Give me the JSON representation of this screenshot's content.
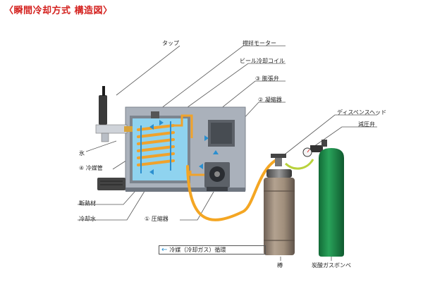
{
  "title": "〈瞬間冷却方式 構造図〉",
  "labels": {
    "tap": "タップ",
    "stir_motor": "撹拌モーター",
    "beer_coil": "ビール冷却コイル",
    "expansion_valve": "③ 膨張弁",
    "condenser": "② 凝縮器",
    "dispense_head": "ディスペンスヘッド",
    "regulator": "減圧弁",
    "ice": "氷",
    "refrigerant_pipe": "④ 冷媒管",
    "insulation": "断熱材",
    "cooling_water": "冷却水",
    "compressor": "① 圧縮器",
    "keg": "樽",
    "co2_cylinder": "炭酸ガスボンベ"
  },
  "legend": {
    "arrow": "←",
    "text": "冷媒（冷却ガス）循環"
  },
  "colors": {
    "title": "#d4221f",
    "refrigerant_arrow": "#2a8fd0",
    "beer_line": "#f4a623",
    "gas_line": "#b9d23c",
    "cylinder": "#1f8f4d",
    "keg": "#9c8a78",
    "unit_body": "#a8aeb8",
    "water": "#8fd3ef"
  }
}
